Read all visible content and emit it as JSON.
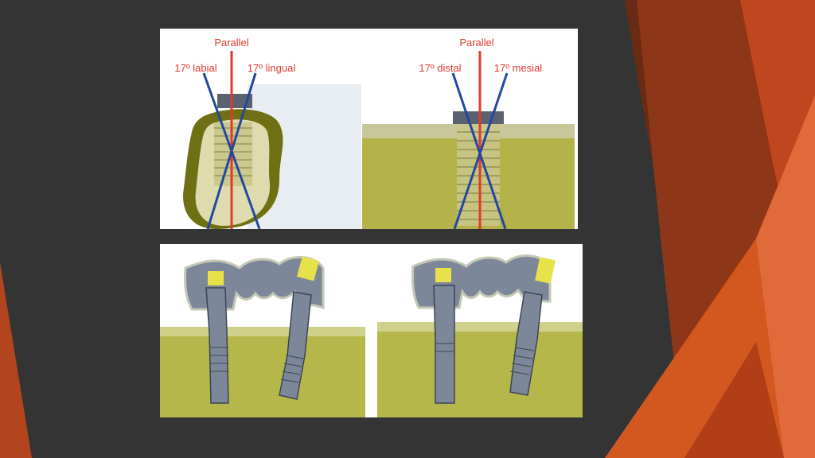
{
  "colors": {
    "slide_bg": "#343434",
    "accent_orange": "#d35a2a",
    "accent_dark_orange": "#a83a1c",
    "parallel_line": "#e03a2f",
    "angle_line": "#2447a0",
    "bone_green": "#b3b34a",
    "implant_gray": "#7c8799",
    "abutment_yellow": "#e8e24a"
  },
  "top_left": {
    "parallel_label": "Parallel",
    "left_angle_label": "17º labial",
    "right_angle_label": "17º lingual"
  },
  "top_right": {
    "parallel_label": "Parallel",
    "left_angle_label": "17º distal",
    "right_angle_label": "17º mesial"
  }
}
